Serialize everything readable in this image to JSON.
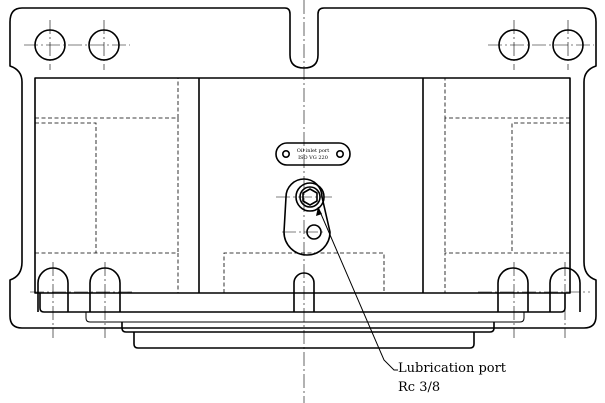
{
  "plate": {
    "line1": "Oil inlet port",
    "line2": "ISO VG 220"
  },
  "callout": {
    "line1": "Lubrication port",
    "line2": "Rc 3/8"
  },
  "colors": {
    "line": "#000000",
    "background": "#ffffff"
  }
}
